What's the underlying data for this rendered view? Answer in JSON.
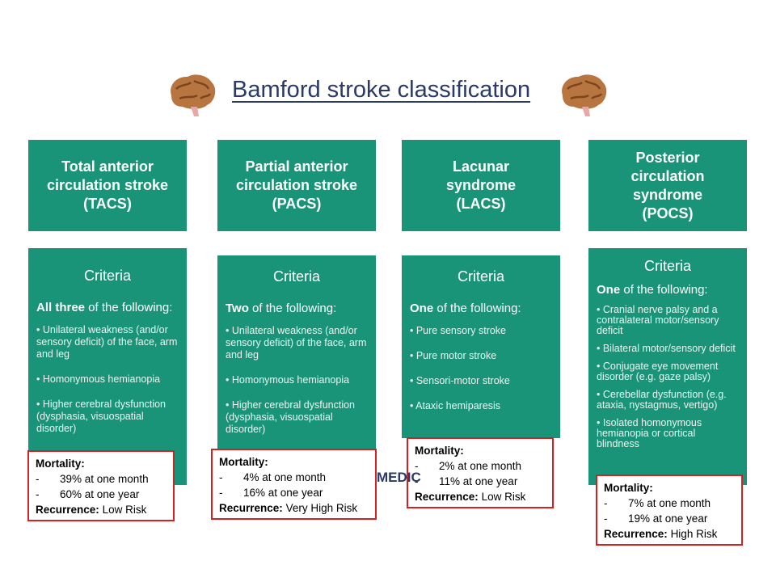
{
  "title": "Bamford stroke classification",
  "watermark": "MEDIC",
  "columns": [
    {
      "header": "Total anterior\ncirculation stroke\n(TACS)",
      "criteria_title": "Criteria",
      "intro_bold": "All three",
      "intro_rest": " of the following:",
      "items": [
        "• Unilateral weakness (and/or sensory deficit) of the face, arm and leg",
        "• Homonymous hemianopia",
        "• Higher cerebral dysfunction (dysphasia, visuospatial disorder)"
      ],
      "mortality_label": "Mortality:",
      "mortality": [
        "39% at one month",
        "60% at one year"
      ],
      "recurrence_label": "Recurrence:",
      "recurrence": "Low Risk"
    },
    {
      "header": "Partial anterior\ncirculation stroke\n(PACS)",
      "criteria_title": "Criteria",
      "intro_bold": "Two",
      "intro_rest": " of the following:",
      "items": [
        "• Unilateral weakness (and/or sensory deficit) of the face, arm and leg",
        "• Homonymous hemianopia",
        "• Higher cerebral dysfunction (dysphasia, visuospatial disorder)"
      ],
      "mortality_label": "Mortality:",
      "mortality": [
        "4% at one month",
        "16% at one year"
      ],
      "recurrence_label": "Recurrence:",
      "recurrence": "Very High Risk"
    },
    {
      "header": "Lacunar\nsyndrome\n(LACS)",
      "criteria_title": "Criteria",
      "intro_bold": "One",
      "intro_rest": " of the following:",
      "items": [
        "• Pure sensory stroke",
        "• Pure motor stroke",
        "• Sensori-motor stroke",
        "• Ataxic hemiparesis"
      ],
      "mortality_label": "Mortality:",
      "mortality": [
        "2% at one month",
        "11% at one year"
      ],
      "recurrence_label": "Recurrence:",
      "recurrence": "Low Risk"
    },
    {
      "header": "Posterior\ncirculation\nsyndrome\n(POCS)",
      "criteria_title": "Criteria",
      "intro_bold": "One",
      "intro_rest": " of the following:",
      "items": [
        "• Cranial nerve palsy and a contralateral motor/sensory deficit",
        "• Bilateral motor/sensory deficit",
        "• Conjugate eye movement disorder (e.g. gaze palsy)",
        "• Cerebellar dysfunction (e.g. ataxia, nystagmus, vertigo)",
        "• Isolated homonymous hemianopia or cortical blindness"
      ],
      "mortality_label": "Mortality:",
      "mortality": [
        "7% at one month",
        "19% at one year"
      ],
      "recurrence_label": "Recurrence:",
      "recurrence": "High Risk"
    }
  ],
  "colors": {
    "teal": "#1a9478",
    "title": "#2b3a67",
    "highlight_border": "#d42121"
  },
  "icons": [
    "brain-icon"
  ]
}
